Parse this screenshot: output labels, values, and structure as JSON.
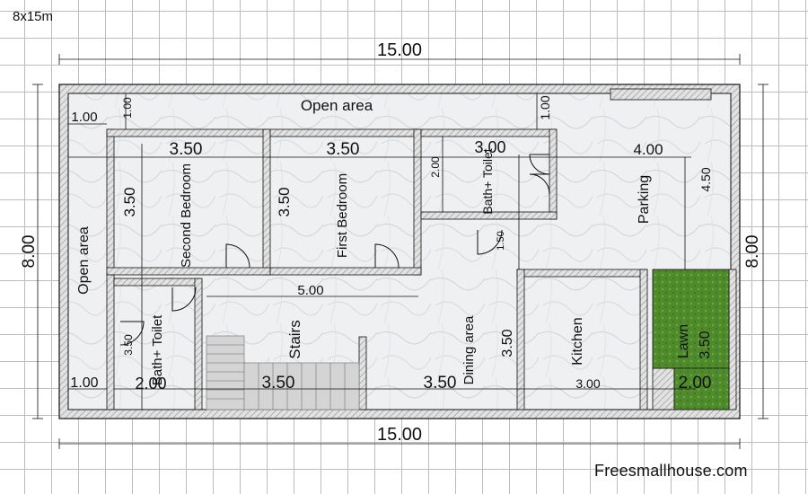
{
  "header": {
    "plot_size": "8x15m"
  },
  "footer": {
    "website": "Freesmallhouse.com"
  },
  "dimensions": {
    "total_width_top": "15.00",
    "total_width_bottom": "15.00",
    "total_depth_left": "8.00",
    "total_depth_right": "8.00",
    "open_area_top_depth": "1.00",
    "open_area_top_depth_right": "1.00",
    "open_area_left_width": "1.00",
    "open_area_left_width_bottom": "1.00",
    "second_bedroom_width": "3.50",
    "second_bedroom_depth": "3.50",
    "first_bedroom_width": "3.50",
    "first_bedroom_depth": "3.50",
    "bath_top_width": "3.00",
    "bath_top_depth": "2.00",
    "parking_width": "4.00",
    "parking_depth": "4.50",
    "corridor_length": "5.00",
    "dining_gap": "1.50",
    "bath_left_depth": "3.50",
    "bath_left_width": "2.00",
    "stairs_width": "3.50",
    "dining_width": "3.50",
    "dining_depth": "3.50",
    "kitchen_width": "3.00",
    "lawn_depth": "3.50",
    "lawn_width": "2.00"
  },
  "rooms": {
    "open_area_top": "Open area",
    "open_area_left": "Open area",
    "second_bedroom": "Second Bedroom",
    "first_bedroom": "First Bedroom",
    "bath_toilet_top": "Bath+ Toilet",
    "parking": "Parking",
    "bath_toilet_left": "Bath+ Toilet",
    "stairs": "Stairs",
    "dining_area": "Dining area",
    "kitchen": "Kitchen",
    "lawn": "Lawn"
  },
  "colors": {
    "wall_hatch": "#d9d9d9",
    "floor": "#eef0f2",
    "lawn": "#4f8a2c",
    "line": "#111111"
  }
}
